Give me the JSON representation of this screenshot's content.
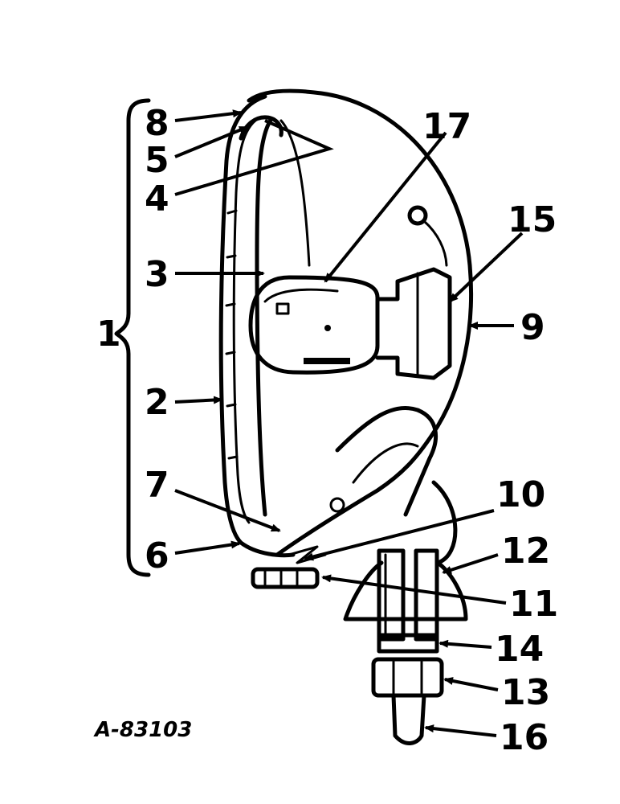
{
  "figure_id": "A-83103",
  "callouts": {
    "c1": "1",
    "c2": "2",
    "c3": "3",
    "c4": "4",
    "c5": "5",
    "c6": "6",
    "c7": "7",
    "c8": "8",
    "c9": "9",
    "c10": "10",
    "c11": "11",
    "c12": "12",
    "c13": "13",
    "c14": "14",
    "c15": "15",
    "c16": "16",
    "c17": "17"
  }
}
